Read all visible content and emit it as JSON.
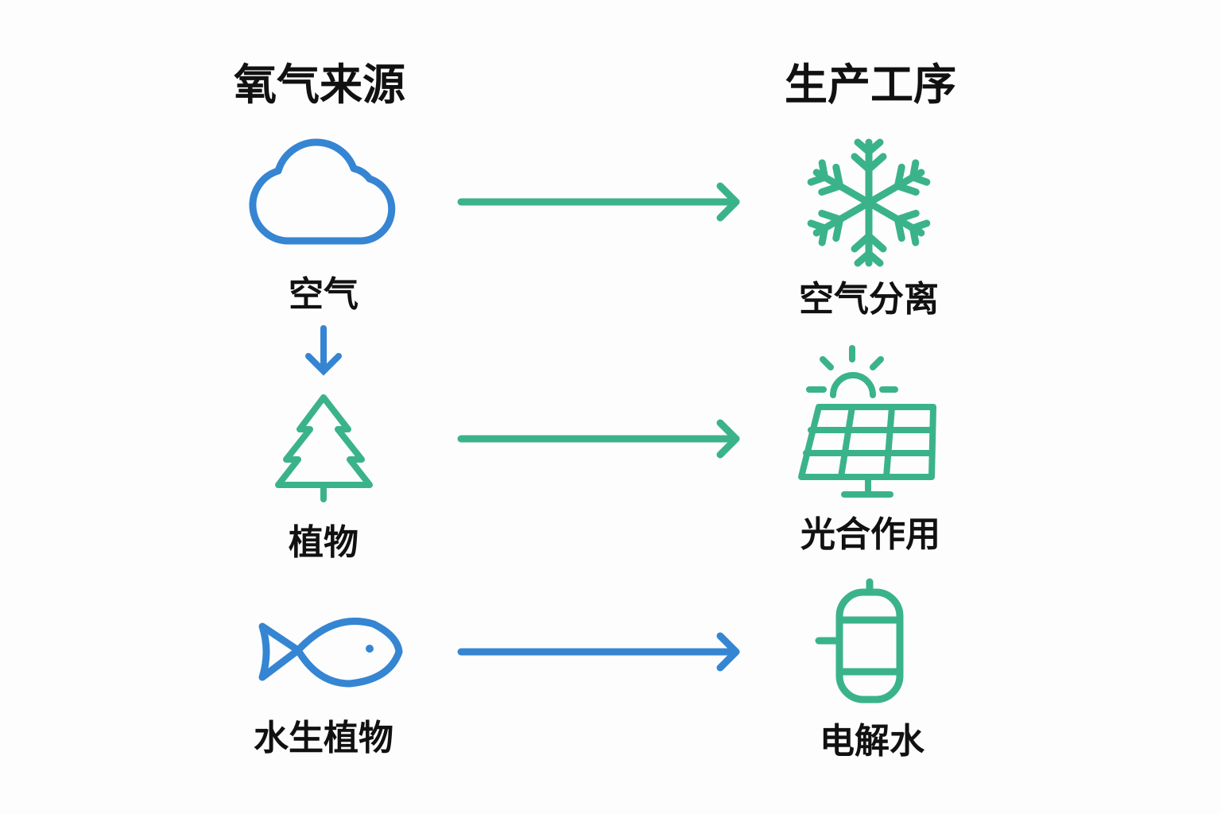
{
  "headers": {
    "source": "氧气来源",
    "process": "生产工序"
  },
  "sources": [
    {
      "label": "空气",
      "icon": "cloud-icon"
    },
    {
      "label": "植物",
      "icon": "tree-icon"
    },
    {
      "label": "水生植物",
      "icon": "fish-icon"
    }
  ],
  "processes": [
    {
      "label": "空气分离",
      "icon": "snowflake-icon"
    },
    {
      "label": "光合作用",
      "icon": "solar-panel-icon"
    },
    {
      "label": "电解水",
      "icon": "electrolysis-tank-icon"
    }
  ],
  "colors": {
    "blue": "#3585d3",
    "green": "#3bb38a"
  }
}
